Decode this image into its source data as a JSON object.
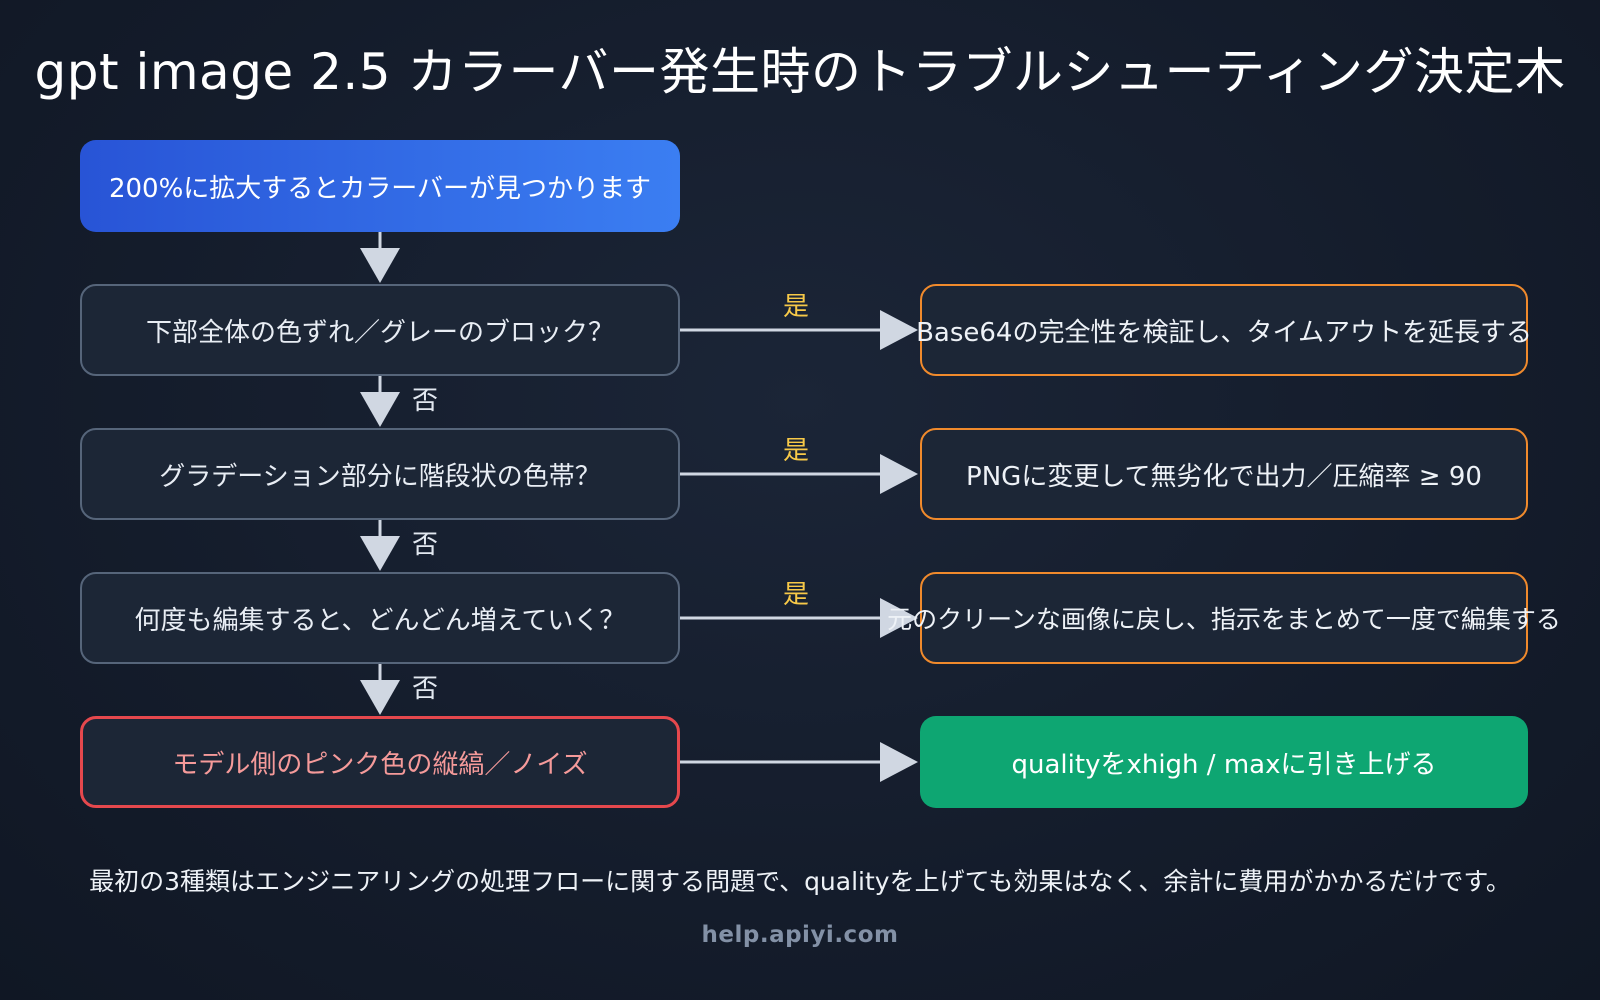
{
  "title": "gpt image 2.5 カラーバー発生時のトラブルシューティング決定木",
  "start": "200%に拡大するとカラーバーが見つかります",
  "questions": [
    "下部全体の色ずれ／グレーのブロック？",
    "グラデーション部分に階段状の色帯？",
    "何度も編集すると、どんどん増えていく？"
  ],
  "solutions": [
    "Base64の完全性を検証し、タイムアウトを延長する",
    "PNGに変更して無劣化で出力／圧縮率 ≥ 90",
    "元のクリーンな画像に戻し、指示をまとめて一度で編集する"
  ],
  "cause": "モデル側のピンク色の縦縞／ノイズ",
  "final_action": "qualityをxhigh / maxに引き上げる",
  "labels": {
    "yes": "是",
    "no": "否"
  },
  "footnote": "最初の3種類はエンジニアリングの処理フローに関する問題で、qualityを上げても効果はなく、余計に費用がかかるだけです。",
  "source": "help.apiyi.com",
  "colors": {
    "start_gradient": [
      "#2854d6",
      "#3b7ef2"
    ],
    "question_border": "#56657a",
    "solution_border": "#f08a2c",
    "cause_border": "#e5484d",
    "final_fill": "#0ea672",
    "yes_label": "#f7c948",
    "arrow": "#d0d7e2"
  }
}
